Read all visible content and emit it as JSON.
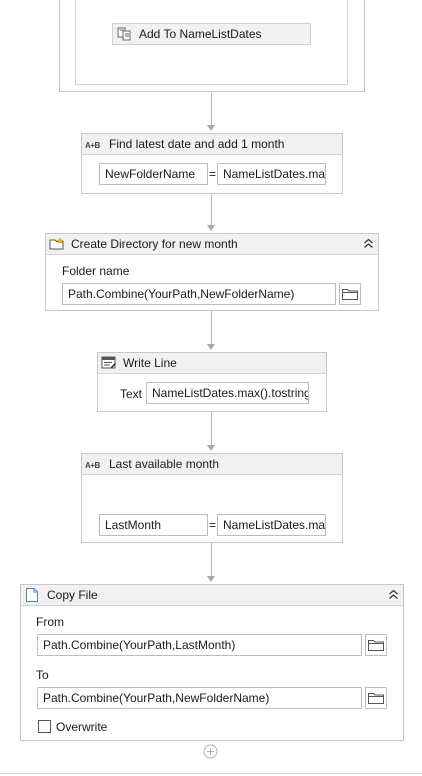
{
  "top_sequence": {
    "add_to_list_label": "Add To NameListDates"
  },
  "find_latest": {
    "title": "Find latest date and add 1 month",
    "icon": "assign-icon",
    "icon_text": "A+B",
    "left_value": "NewFolderName",
    "equals": "=",
    "right_value": "NameListDates.ma"
  },
  "create_directory": {
    "title": "Create Directory for new month",
    "icon": "folder-icon",
    "folder_label": "Folder name",
    "folder_value": "Path.Combine(YourPath,NewFolderName)",
    "collapse": "⌃⌃"
  },
  "write_line": {
    "title": "Write Line",
    "icon": "write-line-icon",
    "text_label": "Text",
    "text_value": "NameListDates.max().tostring"
  },
  "last_month": {
    "title": "Last available month",
    "icon": "assign-icon",
    "icon_text": "A+B",
    "left_value": "LastMonth",
    "equals": "=",
    "right_value": "NameListDates.ma"
  },
  "copy_file": {
    "title": "Copy File",
    "icon": "file-icon",
    "from_label": "From",
    "from_value": "Path.Combine(YourPath,LastMonth)",
    "to_label": "To",
    "to_value": "Path.Combine(YourPath,NewFolderName)",
    "overwrite_label": "Overwrite",
    "overwrite_checked": false,
    "collapse": "⌃⌃"
  },
  "add_activity_icon": "plus-circle-icon"
}
